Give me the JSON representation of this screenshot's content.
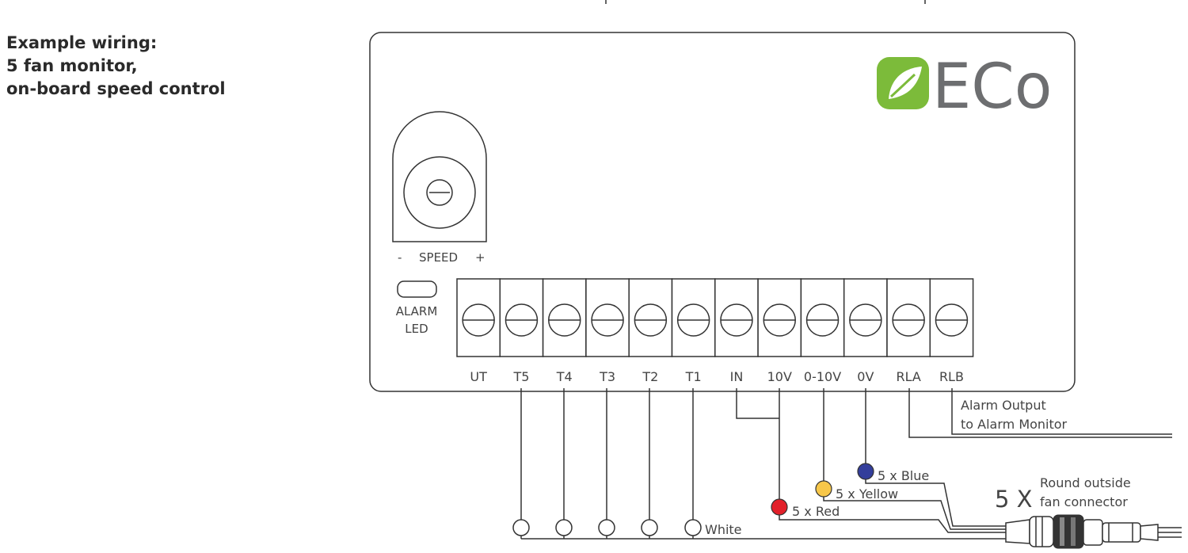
{
  "caption": {
    "line1": "Example wiring:",
    "line2": "5 fan monitor,",
    "line3": "on-board speed control"
  },
  "logo": {
    "text": "ECo",
    "leaf_color": "#7cbb3a",
    "text_color": "#6d6e70"
  },
  "speed_pot": {
    "minus": "-",
    "label": "SPEED",
    "plus": "+"
  },
  "alarm_led": {
    "line1": "ALARM",
    "line2": "LED"
  },
  "terminals": [
    "UT",
    "T5",
    "T4",
    "T3",
    "T2",
    "T1",
    "IN",
    "10V",
    "0-10V",
    "0V",
    "RLA",
    "RLB"
  ],
  "alarm_output": {
    "line1": "Alarm Output",
    "line2": "to Alarm Monitor"
  },
  "wires": {
    "white": {
      "label": "White",
      "color": "#ffffff"
    },
    "red": {
      "label": "5 x Red",
      "color": "#e2202a"
    },
    "yellow": {
      "label": "5 x Yellow",
      "color": "#f7c74a"
    },
    "blue": {
      "label": "5 x Blue",
      "color": "#333e9b"
    }
  },
  "connector": {
    "count": "5 X",
    "line1": "Round outside",
    "line2": "fan connector"
  }
}
